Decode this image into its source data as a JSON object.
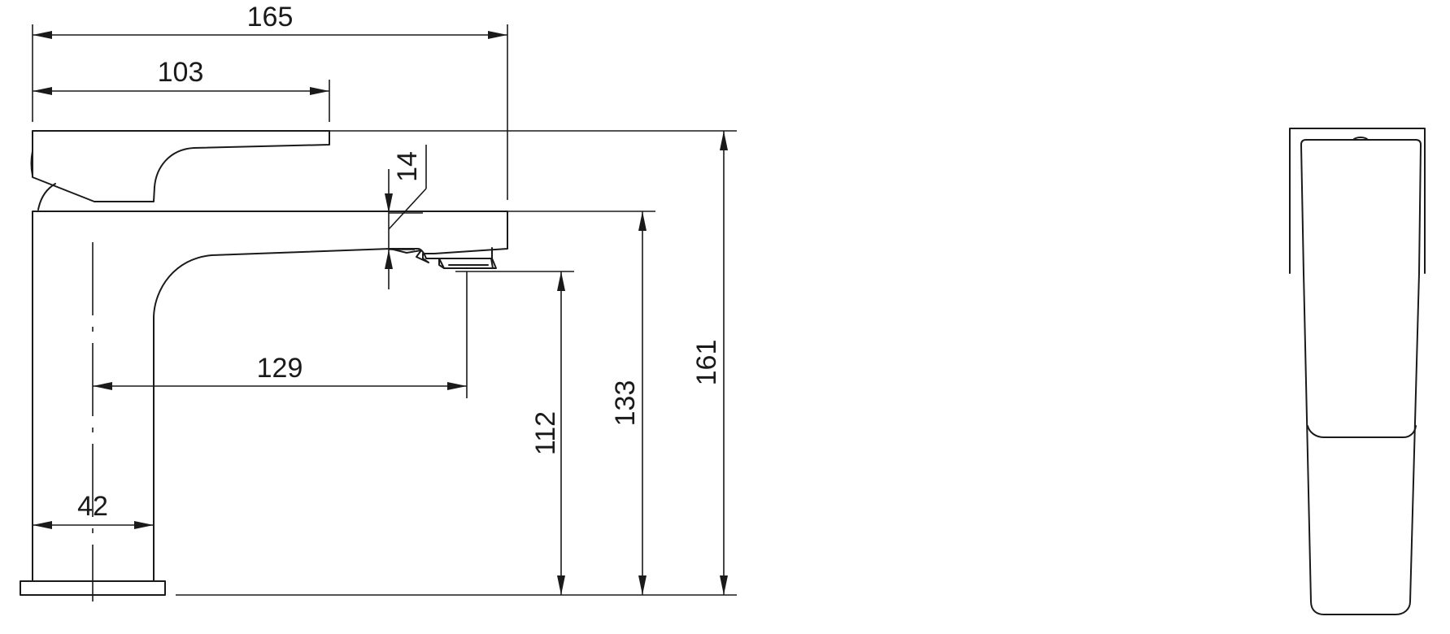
{
  "dimensions": {
    "overall_length": "165",
    "handle_length": "103",
    "spout_thickness": "14",
    "spout_reach": "129",
    "outlet_height": "112",
    "body_height": "133",
    "overall_height": "161",
    "base_width": "42"
  },
  "colors": {
    "line": "#1a1a1a",
    "background": "#ffffff"
  }
}
